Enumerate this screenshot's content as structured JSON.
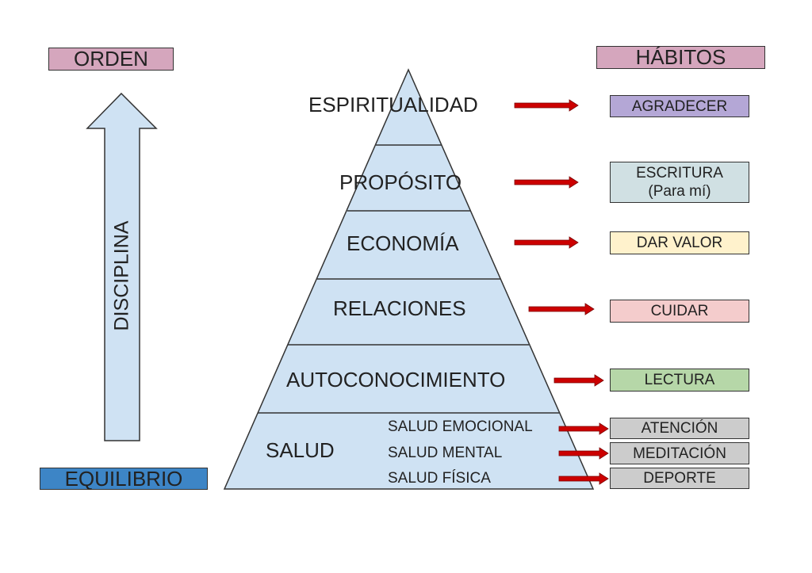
{
  "left": {
    "top_label": "ORDEN",
    "bottom_label": "EQUILIBRIO",
    "arrow_label": "DISCIPLINA"
  },
  "right": {
    "header": "HÁBITOS"
  },
  "pyramid": {
    "levels": [
      {
        "label": "ESPIRITUALIDAD",
        "habit": "AGRADECER"
      },
      {
        "label": "PROPÓSITO",
        "habit_line1": "ESCRITURA",
        "habit_line2": "(Para mí)"
      },
      {
        "label": "ECONOMÍA",
        "habit": "DAR VALOR"
      },
      {
        "label": "RELACIONES",
        "habit": "CUIDAR"
      },
      {
        "label": "AUTOCONOCIMIENTO",
        "habit": "LECTURA"
      }
    ],
    "base": {
      "label": "SALUD",
      "sub": [
        {
          "label": "SALUD EMOCIONAL",
          "habit": "ATENCIÓN"
        },
        {
          "label": "SALUD MENTAL",
          "habit": "MEDITACIÓN"
        },
        {
          "label": "SALUD FÍSICA",
          "habit": "DEPORTE"
        }
      ]
    }
  },
  "colors": {
    "orden_fill": "#d5a6bd",
    "equilibrio_fill": "#3d85c6",
    "pyramid_fill": "#cfe2f3",
    "arrow_fill": "#cfe2f3",
    "connector_arrow": "#cc0000",
    "agradecer": "#b4a7d6",
    "escritura": "#d0e0e3",
    "dar_valor": "#fff2cc",
    "cuidar": "#f4cccc",
    "lectura": "#b6d7a8",
    "gray": "#cccccc"
  }
}
